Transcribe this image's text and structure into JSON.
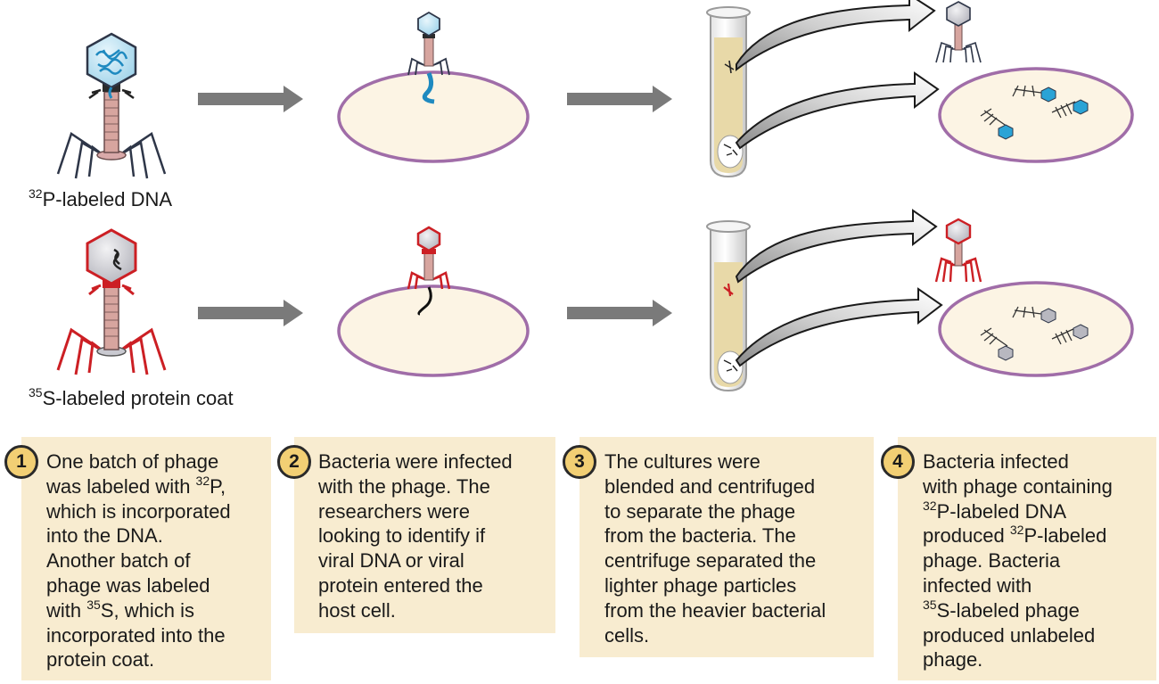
{
  "labels": {
    "dna_iso": "32",
    "dna_label": "P-labeled DNA",
    "protein_iso": "35",
    "protein_label": "S-labeled protein coat"
  },
  "steps": [
    {
      "number": "1",
      "lines": [
        {
          "text": "One batch of phage"
        },
        {
          "text": "was labeled with ",
          "sup": "32",
          "after": "P,"
        },
        {
          "text": "which is incorporated"
        },
        {
          "text": "into the DNA."
        },
        {
          "text": "Another batch of"
        },
        {
          "text": "phage was labeled"
        },
        {
          "text": "with ",
          "sup": "35",
          "after": "S, which is"
        },
        {
          "text": "incorporated into the"
        },
        {
          "text": "protein coat."
        }
      ]
    },
    {
      "number": "2",
      "lines": [
        {
          "text": "Bacteria were infected"
        },
        {
          "text": "with the phage. The"
        },
        {
          "text": "researchers were"
        },
        {
          "text": "looking to identify if"
        },
        {
          "text": "viral DNA or viral"
        },
        {
          "text": "protein entered the"
        },
        {
          "text": "host cell."
        }
      ]
    },
    {
      "number": "3",
      "lines": [
        {
          "text": "The cultures were"
        },
        {
          "text": "blended and centrifuged"
        },
        {
          "text": "to separate the phage"
        },
        {
          "text": "from the bacteria. The"
        },
        {
          "text": "centrifuge separated the"
        },
        {
          "text": "lighter phage particles"
        },
        {
          "text": "from the heavier bacterial"
        },
        {
          "text": "cells."
        }
      ]
    },
    {
      "number": "4",
      "lines": [
        {
          "text": "Bacteria infected"
        },
        {
          "text": "with phage containing"
        },
        {
          "text": "",
          "sup": "32",
          "after": "P-labeled DNA"
        },
        {
          "text": "produced ",
          "sup": "32",
          "after": "P-labeled"
        },
        {
          "text": "phage. Bacteria"
        },
        {
          "text": "infected with"
        },
        {
          "text": "",
          "sup": "35",
          "after": "S-labeled phage"
        },
        {
          "text": "produced unlabeled"
        },
        {
          "text": "phage."
        }
      ]
    }
  ],
  "colors": {
    "dna_label": "#2aa3d6",
    "protein_label": "#cc1f24",
    "unlabeled": "#b8b8c0",
    "cell_fill": "#fcf4e4",
    "cell_border": "#a06da8",
    "step_box": "#f8ecd0",
    "step_circle": "#f2cf74",
    "arrow": "#7a7a7a",
    "tube_fluid": "#e8d9a8"
  }
}
